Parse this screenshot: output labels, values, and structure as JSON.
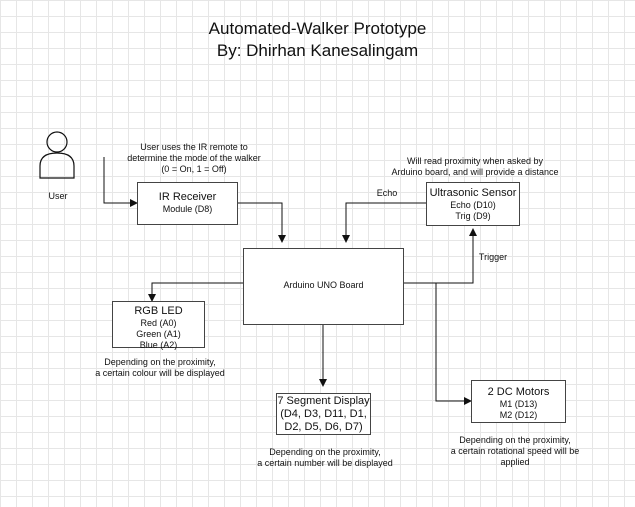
{
  "title": {
    "line1": "Automated-Walker Prototype",
    "line2": "By: Dhirhan Kanesalingam"
  },
  "user": {
    "label": "User",
    "note_line1": "User uses the IR remote to",
    "note_line2": "determine the mode of the walker",
    "note_line3": "(0 = On, 1 = Off)"
  },
  "ir_receiver": {
    "title": "IR Receiver",
    "sub": "Module (D8)"
  },
  "ultrasonic": {
    "note_line1": "Will read proximity when asked by",
    "note_line2": "Arduino board, and will provide a distance",
    "title": "Ultrasonic Sensor",
    "line1": "Echo (D10)",
    "line2": "Trig (D9)"
  },
  "arduino": {
    "title": "Arduino UNO Board"
  },
  "edges": {
    "echo": "Echo",
    "trigger": "Trigger"
  },
  "rgb_led": {
    "title": "RGB LED",
    "line1": "Red (A0)",
    "line2": "Green (A1)",
    "line3": "Blue (A2)",
    "note_line1": "Depending on the proximity,",
    "note_line2": "a certain colour will be displayed"
  },
  "seven_segment": {
    "title": "7 Segment Display",
    "line1": "(D4, D3, D11, D1,",
    "line2": "D2, D5, D6, D7)",
    "note_line1": "Depending on the proximity,",
    "note_line2": "a certain number will be displayed"
  },
  "dc_motors": {
    "title": "2 DC Motors",
    "line1": "M1 (D13)",
    "line2": "M2 (D12)",
    "note_line1": "Depending on the proximity,",
    "note_line2": "a certain rotational speed will be",
    "note_line3": "applied"
  }
}
